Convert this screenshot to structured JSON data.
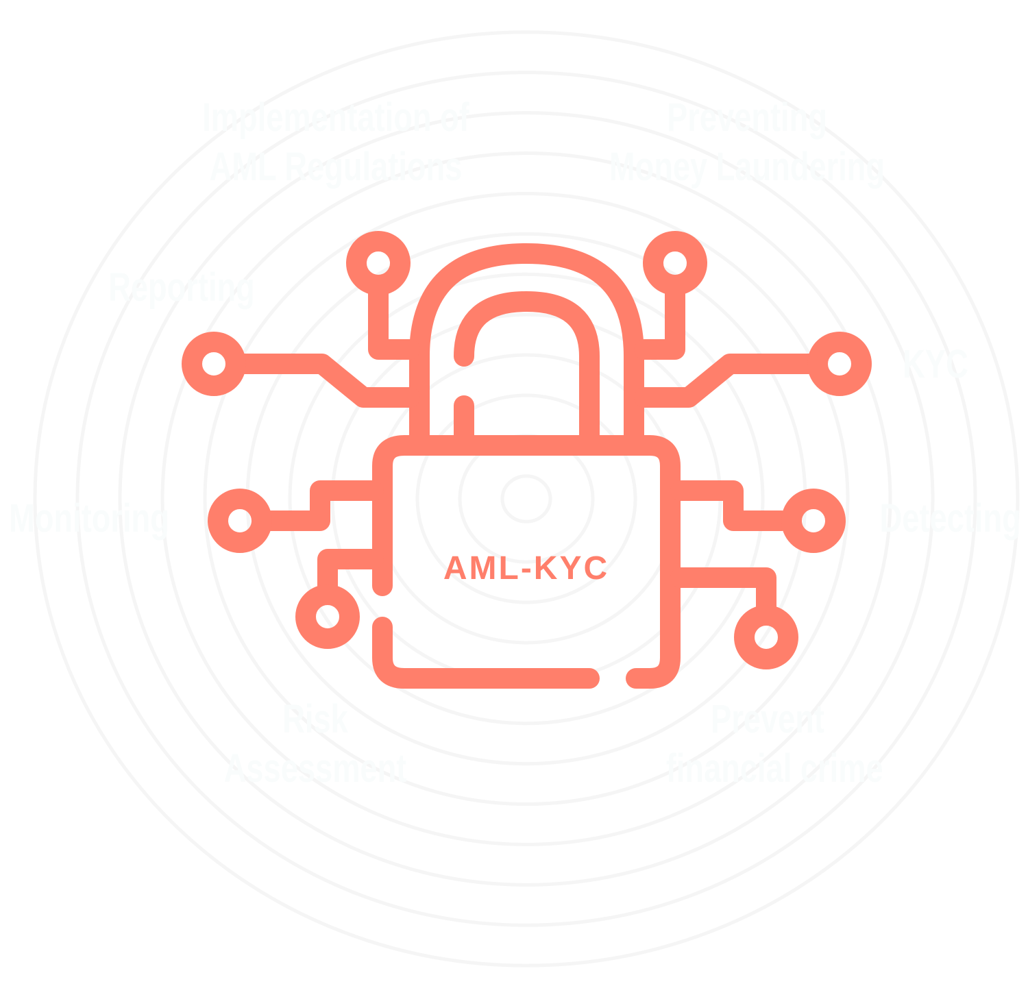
{
  "center_label": "AML-KYC",
  "topics": {
    "implementation": [
      "Implementation of",
      "AML Regulations"
    ],
    "preventing": [
      "Preventing",
      "Money Laundering"
    ],
    "reporting": "Reporting",
    "kyc": "KYC",
    "monitoring": "Monitoring",
    "detecting": "Detecting",
    "risk": [
      "Risk",
      "Assessment"
    ],
    "prevent_crime": [
      "Prevent",
      "financial crime"
    ]
  },
  "colors": {
    "accent": "#FF7F6B",
    "rings": "#F4F4F4",
    "faint_text": "#F9FCFC"
  }
}
